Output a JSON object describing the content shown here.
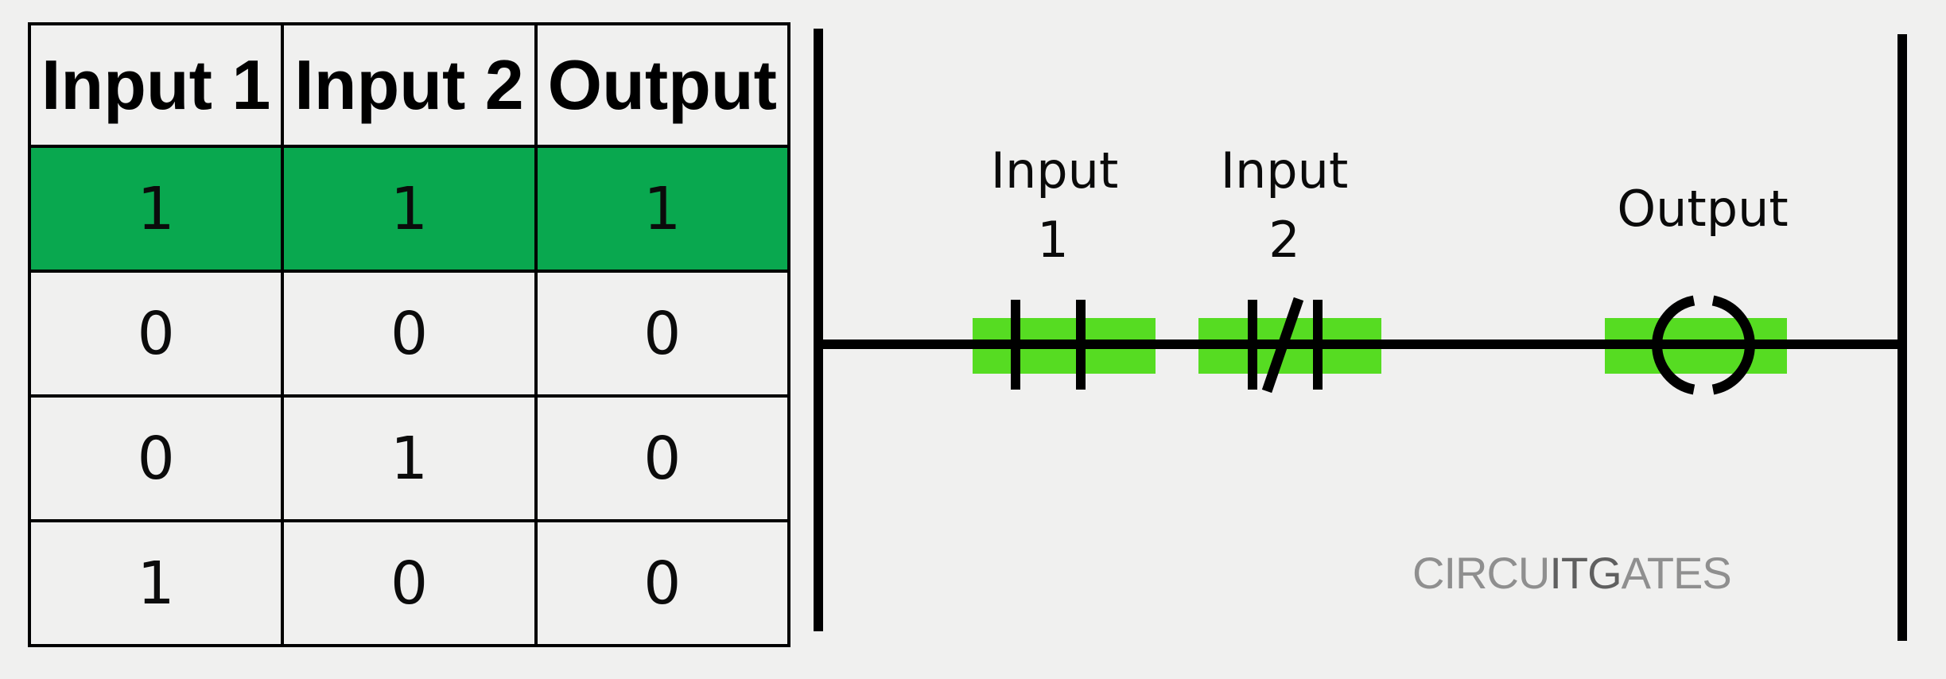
{
  "colors": {
    "background": "#f0f0ef",
    "table_highlight_green": "#09a84f",
    "ladder_highlight_green": "#56dc22",
    "line_black": "#000000",
    "watermark_light_gray": "#8f8f8f",
    "watermark_dark_gray": "#5f5f5f"
  },
  "truth_table": {
    "headers": [
      "Input 1",
      "Input 2",
      "Output"
    ],
    "rows": [
      {
        "values": [
          "1",
          "1",
          "1"
        ],
        "highlighted": true
      },
      {
        "values": [
          "0",
          "0",
          "0"
        ],
        "highlighted": false
      },
      {
        "values": [
          "0",
          "1",
          "0"
        ],
        "highlighted": false
      },
      {
        "values": [
          "1",
          "0",
          "0"
        ],
        "highlighted": false
      }
    ]
  },
  "ladder_diagram": {
    "input1_label_line1": "Input",
    "input1_label_line2": "1",
    "input2_label_line1": "Input",
    "input2_label_line2": "2",
    "output_label": "Output",
    "elements": [
      {
        "name": "input1-contact",
        "type": "normally-open-contact",
        "highlighted": true
      },
      {
        "name": "input2-contact",
        "type": "normally-closed-contact",
        "highlighted": true
      },
      {
        "name": "output-coil",
        "type": "output-coil",
        "highlighted": true
      }
    ]
  },
  "watermark": {
    "part1": "CIRCU",
    "part2": "ITG",
    "part3": "ATES"
  }
}
